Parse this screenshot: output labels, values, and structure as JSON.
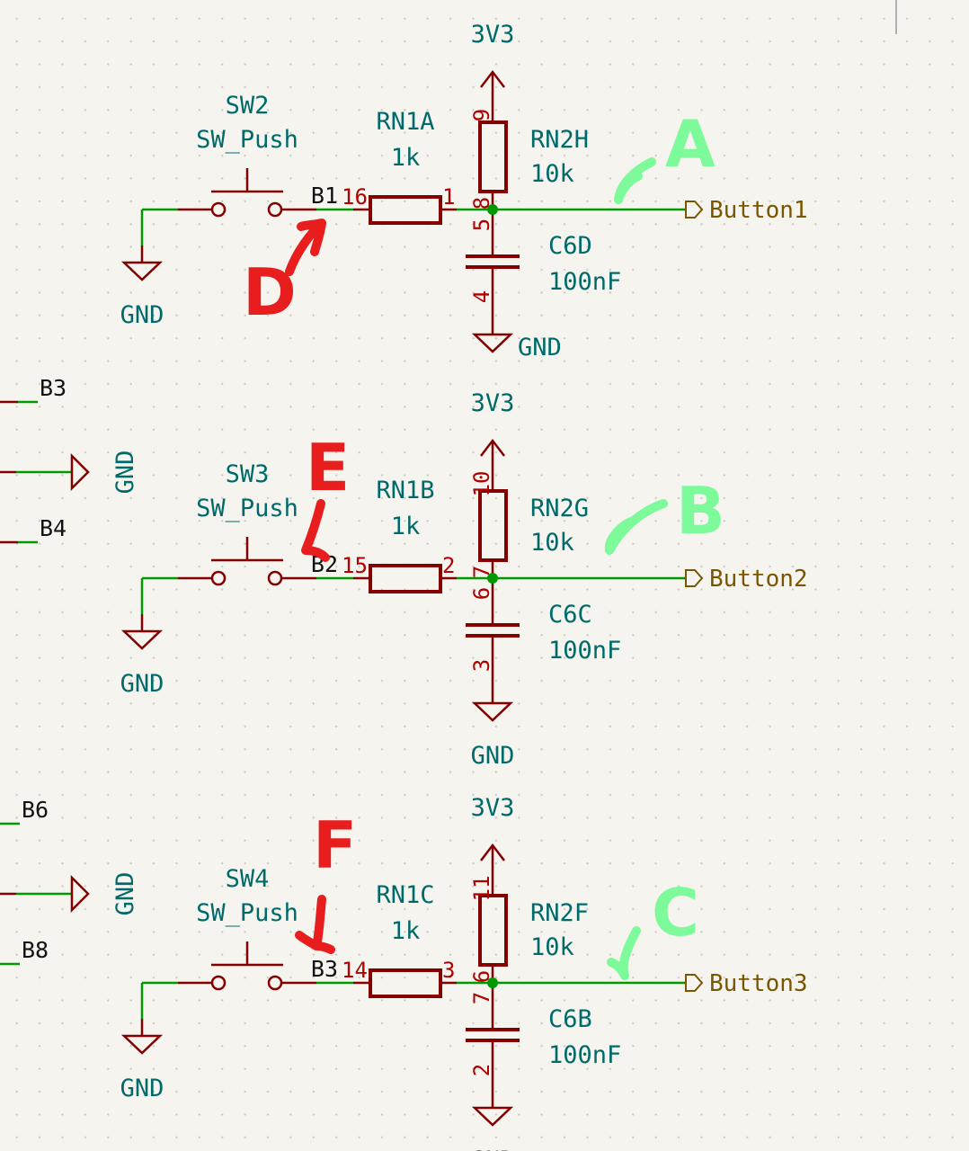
{
  "colors": {
    "wire": "#009900",
    "symbol": "#840000",
    "text": "#006a6a",
    "pin": "#b00000",
    "hier_label": "#7a5600",
    "annot_green": "#7dfa9a",
    "annot_red": "#e81e1e",
    "background": "#f5f4ef"
  },
  "blocks": [
    {
      "power": "3V3",
      "switch_ref": "SW2",
      "switch_val": "SW_Push",
      "net": "B1",
      "rn1_ref": "RN1A",
      "rn1_val": "1k",
      "rn1_pin_a": "16",
      "rn1_pin_b": "1",
      "rn2_ref": "RN2H",
      "rn2_val": "10k",
      "rn2_pin_top": "9",
      "rn2_pin_bot": "8",
      "cap_ref": "C6D",
      "cap_val": "100nF",
      "cap_pin_top": "5",
      "cap_pin_bot": "4",
      "gnd_left": "GND",
      "gnd_bottom": "GND",
      "output": "Button1",
      "annot_green": "A",
      "annot_red": "D"
    },
    {
      "power": "3V3",
      "switch_ref": "SW3",
      "switch_val": "SW_Push",
      "net": "B2",
      "rn1_ref": "RN1B",
      "rn1_val": "1k",
      "rn1_pin_a": "15",
      "rn1_pin_b": "2",
      "rn2_ref": "RN2G",
      "rn2_val": "10k",
      "rn2_pin_top": "10",
      "rn2_pin_bot": "7",
      "cap_ref": "C6C",
      "cap_val": "100nF",
      "cap_pin_top": "6",
      "cap_pin_bot": "3",
      "gnd_left": "GND",
      "gnd_bottom": "GND",
      "output": "Button2",
      "annot_green": "B",
      "annot_red": "E"
    },
    {
      "power": "3V3",
      "switch_ref": "SW4",
      "switch_val": "SW_Push",
      "net": "B3",
      "rn1_ref": "RN1C",
      "rn1_val": "1k",
      "rn1_pin_a": "14",
      "rn1_pin_b": "3",
      "rn2_ref": "RN2F",
      "rn2_val": "10k",
      "rn2_pin_top": "11",
      "rn2_pin_bot": "6",
      "cap_ref": "C6B",
      "cap_val": "100nF",
      "cap_pin_top": "7",
      "cap_pin_bot": "2",
      "gnd_left": "GND",
      "gnd_bottom": "GND",
      "output": "Button3",
      "annot_green": "C",
      "annot_red": "F"
    }
  ],
  "left_edge": [
    {
      "net_top": "B3",
      "gnd": "GND",
      "net_bottom": "B4"
    },
    {
      "net_top": "B6",
      "gnd": "GND",
      "net_bottom": "B8"
    }
  ]
}
